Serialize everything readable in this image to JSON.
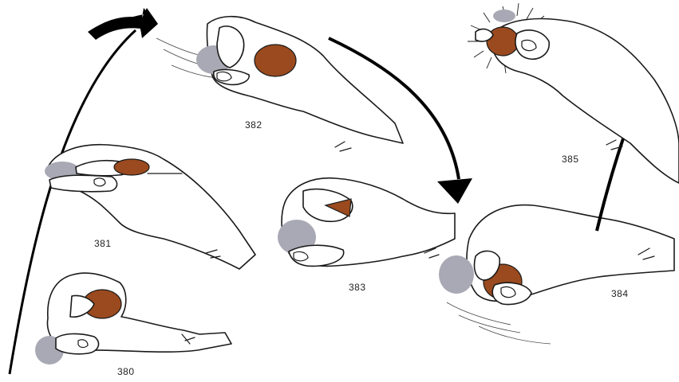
{
  "figures": [
    {
      "id": "380",
      "label": "380"
    },
    {
      "id": "381",
      "label": "381"
    },
    {
      "id": "382",
      "label": "382"
    },
    {
      "id": "383",
      "label": "383"
    },
    {
      "id": "384",
      "label": "384"
    },
    {
      "id": "385",
      "label": "385"
    }
  ],
  "colors": {
    "copper_coin": "#9a4a1e",
    "silver_coin": "#a8a9b4",
    "line": "#1a1a1a",
    "arrow": "#000000",
    "background": "#ffffff"
  }
}
